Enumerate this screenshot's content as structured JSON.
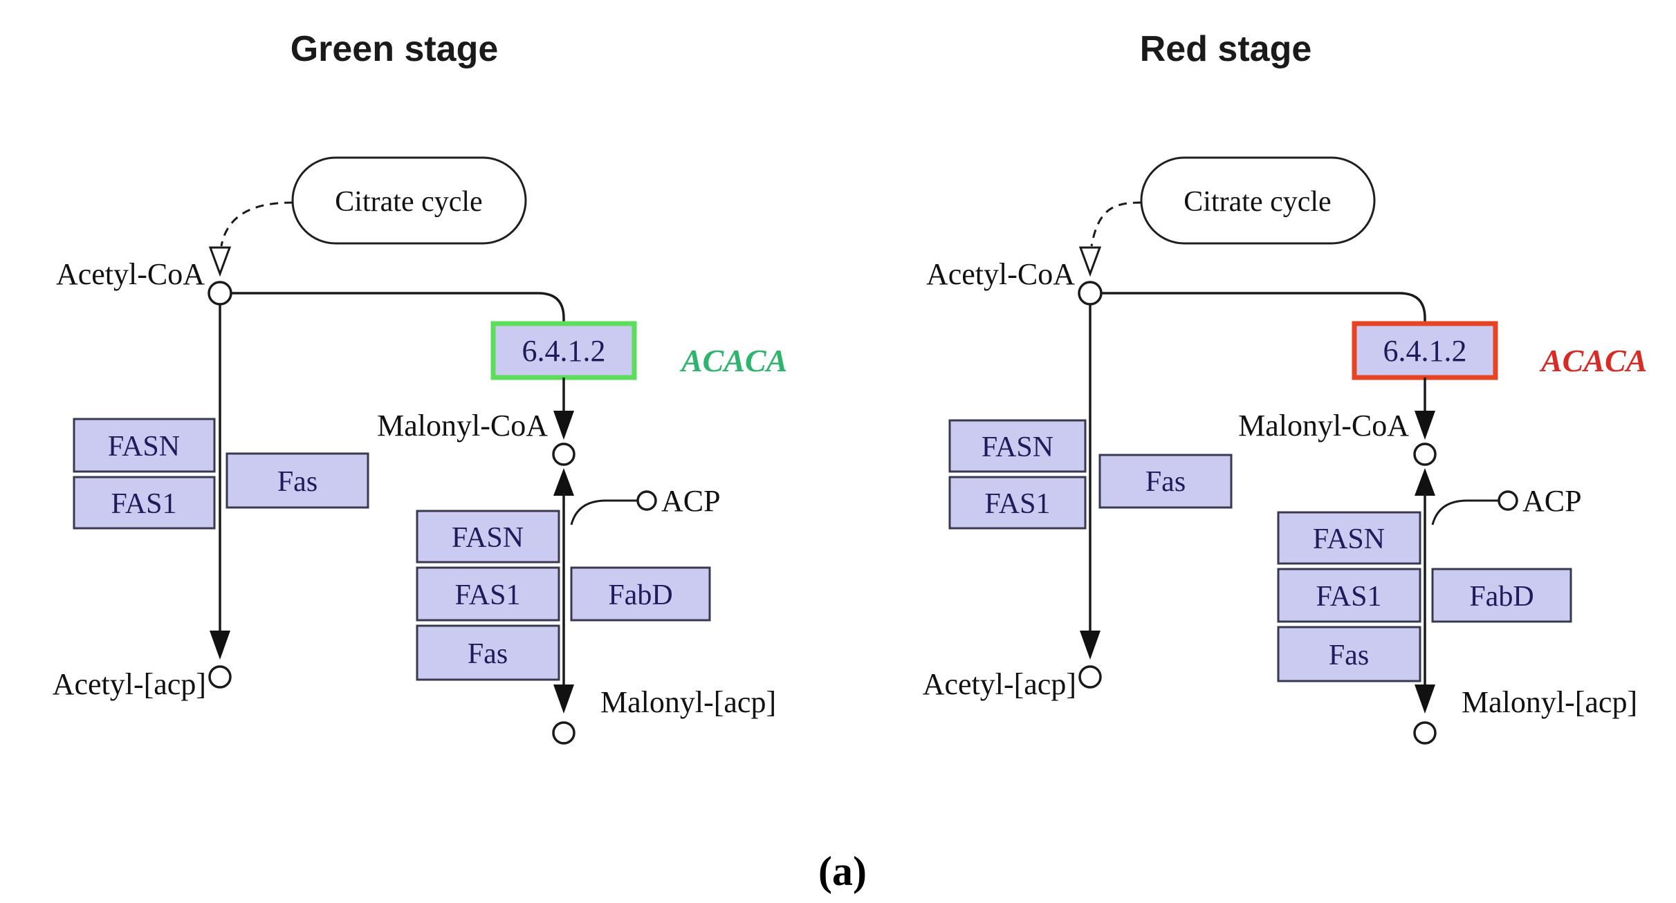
{
  "figure": {
    "caption": "(a)"
  },
  "colors": {
    "enzyme_fill": "#cbcbf2",
    "green_highlight": "#5cdd5c",
    "red_highlight": "#e64323",
    "acaca_green": "#2db56e",
    "acaca_red": "#d92a25"
  },
  "panels": [
    {
      "title": "Green stage",
      "citrate_cycle_label": "Citrate cycle",
      "acetyl_coa_label": "Acetyl-CoA",
      "malonyl_coa_label": "Malonyl-CoA",
      "acp_label": "ACP",
      "acetyl_acp_label": "Acetyl-[acp]",
      "malonyl_acp_label": "Malonyl-[acp]",
      "ec_number": "6.4.1.2",
      "gene_label": "ACACA",
      "highlight_color": "#5cdd5c",
      "gene_label_color": "#2db56e",
      "left_enzymes": [
        "FASN",
        "FAS1",
        "Fas"
      ],
      "center_enzymes": [
        "FASN",
        "FAS1",
        "Fas",
        "FabD"
      ]
    },
    {
      "title": "Red stage",
      "citrate_cycle_label": "Citrate cycle",
      "acetyl_coa_label": "Acetyl-CoA",
      "malonyl_coa_label": "Malonyl-CoA",
      "acp_label": "ACP",
      "acetyl_acp_label": "Acetyl-[acp]",
      "malonyl_acp_label": "Malonyl-[acp]",
      "ec_number": "6.4.1.2",
      "gene_label": "ACACA",
      "highlight_color": "#e64323",
      "gene_label_color": "#d92a25",
      "left_enzymes": [
        "FASN",
        "FAS1",
        "Fas"
      ],
      "center_enzymes": [
        "FASN",
        "FAS1",
        "Fas",
        "FabD"
      ]
    }
  ]
}
